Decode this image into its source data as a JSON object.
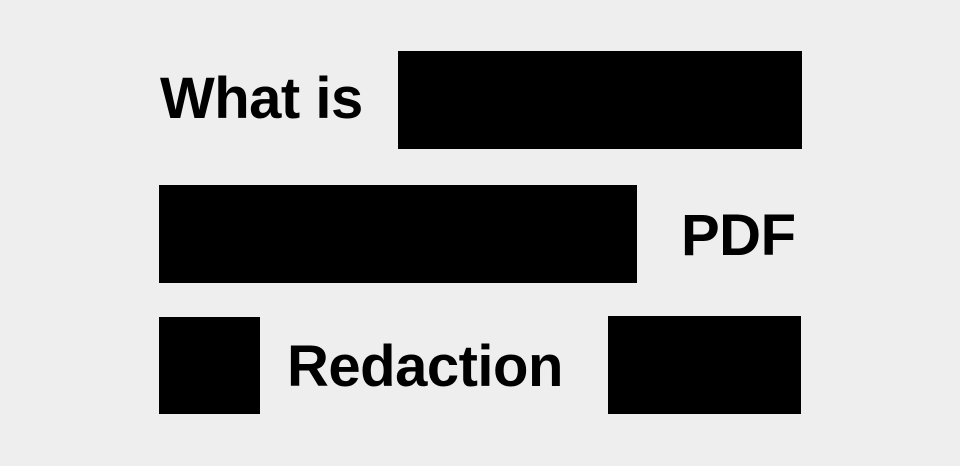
{
  "headline": {
    "word_1": "What is",
    "word_2": "PDF",
    "word_3": "Redaction"
  },
  "colors": {
    "background": "#eeeeee",
    "text": "#000000",
    "redaction_bar": "#000000"
  }
}
